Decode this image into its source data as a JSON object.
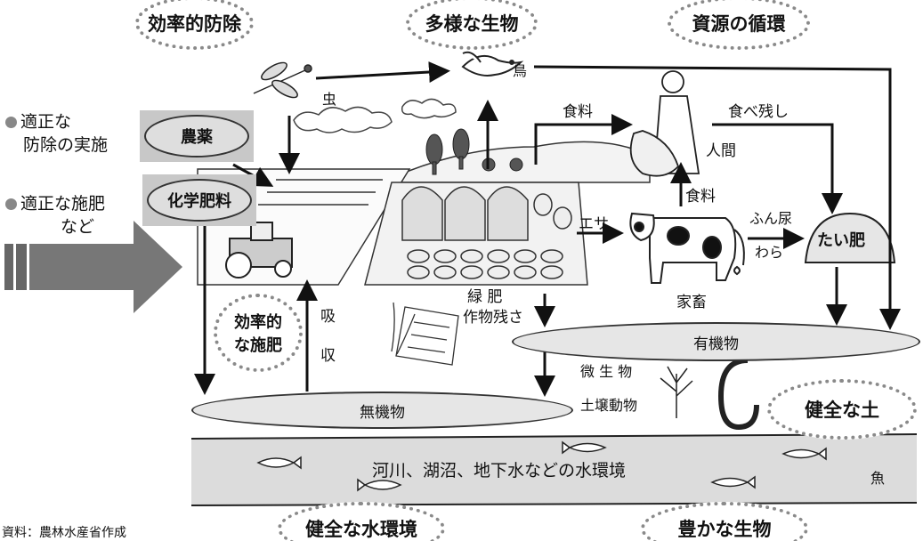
{
  "goals": {
    "pest_control": "効率的防除",
    "biodiversity": "多様な生物",
    "resource_cycle": "資源の循環",
    "healthy_soil": "健全な土",
    "healthy_water": "健全な水環境",
    "rich_life": "豊かな生物"
  },
  "practices": {
    "proper_pest_control": [
      "適正な",
      "防除の実施"
    ],
    "proper_fertilization": [
      "適正な施肥",
      "など"
    ]
  },
  "inputs": {
    "pesticide": "農薬",
    "chemical_fertilizer": "化学肥料"
  },
  "labels": {
    "insect": "虫",
    "bird": "鳥",
    "food_top": "食料",
    "food_cow": "食料",
    "leftovers": "食べ残し",
    "human": "人間",
    "feed": "エサ",
    "manure": "ふん尿",
    "straw": "わら",
    "compost": "たい肥",
    "livestock": "家畜",
    "green_manure": "緑 肥",
    "crop_residue": "作物残さ",
    "efficient_fert_1": "効率的",
    "efficient_fert_2": "な施肥",
    "absorb_1": "吸",
    "absorb_2": "収",
    "organic_matter": "有機物",
    "inorganic_matter": "無機物",
    "microbes": "微 生 物",
    "soil_animals": "土壌動物",
    "water_env": "河川、湖沼、地下水などの水環境",
    "fish": "魚",
    "source": "資料：農林水産省作成"
  },
  "colors": {
    "ink": "#111111",
    "gray_fill": "#c8c8c8",
    "water": "#dcdcdc",
    "dots": "#8a8a8a"
  }
}
